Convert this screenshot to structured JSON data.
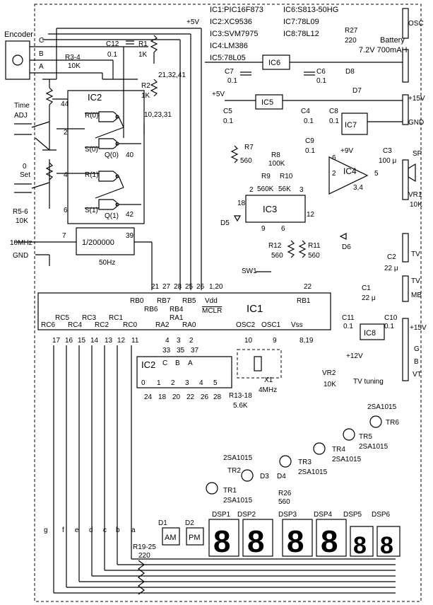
{
  "ic_legend": {
    "ic1": "IC1:PIC16F873",
    "ic2": "IC2:XC9536",
    "ic3": "IC3:SVM7975",
    "ic4": "IC4:LM386",
    "ic5": "IC5:78L05",
    "ic6": "IC6:S813-50HG",
    "ic7": "IC7:78L09",
    "ic8": "IC8:78L12"
  },
  "labels": {
    "encoder": "Encoder",
    "enc_c": "C",
    "enc_b": "B",
    "enc_a": "A",
    "plus5v_top": "+5V",
    "plus5v_left": "+5V",
    "plus9v": "+9V",
    "plus12v": "+12V",
    "r3_4": "R3-4",
    "r3_4_val": "10K",
    "r5_6": "R5-6",
    "r5_6_val": "10K",
    "time_adj_1": "Time",
    "time_adj_2": "ADJ",
    "zero_set_1": "0",
    "zero_set_2": "Set",
    "tenmhz": "10MHz",
    "gnd_left": "GND",
    "pins_21": "21,32,41",
    "pins_10": "10,23,31",
    "c12": "C12",
    "c12_val": "0.1",
    "r1": "R1",
    "r1_val": "1K",
    "r2": "R2",
    "r2_val": "1K",
    "ic2": "IC2",
    "r0": "R(0)",
    "s0": "S(0)",
    "q0": "Q(0)",
    "r1p": "R(1)",
    "s1": "S(1)",
    "q1": "Q(1)",
    "pin44": "44",
    "pin2": "2",
    "pin4": "4",
    "pin6": "6",
    "pin40": "40",
    "pin42": "42",
    "pin7": "7",
    "pin39": "39",
    "divider": "1/200000",
    "hz50": "50Hz",
    "ic6": "IC6",
    "c7": "C7",
    "c7_val": "0.1",
    "c6": "C6",
    "c6_val": "0.1",
    "ic5": "IC5",
    "c5": "C5",
    "c5_val": "0.1",
    "c4": "C4",
    "c4_val": "0.1",
    "c8": "C8",
    "c8_val": "0.1",
    "c9": "C9",
    "c9_val": "0.1",
    "ic7": "IC7",
    "r27": "R27",
    "r27_val": "220",
    "d8": "D8",
    "d7": "D7",
    "battery": "Battery",
    "battery_val": "7.2V 700mAH",
    "osc": "OSC",
    "p15v_1": "+15V",
    "gnd_right": "GND",
    "r7": "R7",
    "r7_val": "560",
    "r8": "R8",
    "r8_val": "100K",
    "r9": "R9",
    "r9_val": "560K",
    "r10": "R10",
    "r10_val": "56K",
    "ic3": "IC3",
    "ic3_p2": "2",
    "ic3_p3": "3",
    "ic3_p18": "18",
    "ic3_p12": "12",
    "ic3_p9": "9",
    "ic3_p6": "6",
    "ic4": "IC4",
    "ic4_p2": "2",
    "ic4_p5": "5",
    "ic4_p6": "6",
    "ic4_p34": "3,4",
    "c3": "C3",
    "c3_val": "100 μ",
    "sp": "SP",
    "vr1": "VR1",
    "vr1_val": "10K",
    "d5": "D5",
    "d6": "D6",
    "r12": "R12",
    "r12_val": "560",
    "r11": "R11",
    "r11_val": "560",
    "sw1": "SW1",
    "c2": "C2",
    "c2_val": "22 μ",
    "tv": "TV",
    "c1": "C1",
    "c1_val": "22 μ",
    "tv2": "TV",
    "mb": "MB",
    "pin21": "21",
    "pin27": "27",
    "pin28": "28",
    "pin25": "25",
    "pin26": "26",
    "pin120": "1,20",
    "pin22": "22",
    "rb0": "RB0",
    "rb6": "RB6",
    "rb7": "RB7",
    "rb4": "RB4",
    "rb5": "RB5",
    "vdd": "Vdd",
    "mclr": "MCLR",
    "ic1": "IC1",
    "rb1": "RB1",
    "rc6": "RC6",
    "rc5": "RC5",
    "rc4": "RC4",
    "rc3": "RC3",
    "rc2": "RC2",
    "rc1": "RC1",
    "rc0": "RC0",
    "ra2": "RA2",
    "ra1": "RA1",
    "ra0": "RA0",
    "osc2": "OSC2",
    "osc1": "OSC1",
    "vss": "Vss",
    "p17": "17",
    "p16": "16",
    "p15": "15",
    "p14": "14",
    "p13": "13",
    "p12": "12",
    "p11": "11",
    "p4": "4",
    "p3": "3",
    "p2": "2",
    "p10": "10",
    "p9": "9",
    "p819": "8,19",
    "p33": "33",
    "p35": "35",
    "p37": "37",
    "c11": "C11",
    "c11_val": "0.1",
    "c10": "C10",
    "c10_val": "0.1",
    "ic8": "IC8",
    "p15v_2": "+15V",
    "g": "G",
    "b": "B",
    "vt": "VT",
    "x1": "X1",
    "x1_val": "4MHz",
    "ic2b": "IC2",
    "ic2b_c": "C",
    "ic2b_b": "B",
    "ic2b_a": "A",
    "o0": "0",
    "o1": "1",
    "o2": "2",
    "o3": "3",
    "o4": "4",
    "o5": "5",
    "p24": "24",
    "p18": "18",
    "p20": "20",
    "p22": "22",
    "p26": "26",
    "p28": "28",
    "r13_18": "R13-18",
    "r13_18_val": "5.6K",
    "vr2": "VR2",
    "vr2_val": "10K",
    "tv_tuning": "TV tuning",
    "tr1": "TR1",
    "tr1_val": "2SA1015",
    "tr2": "TR2",
    "tr2_val": "2SA1015",
    "tr3": "TR3",
    "tr3_val": "2SA1015",
    "tr4": "TR4",
    "tr4_val": "2SA1015",
    "tr5": "TR5",
    "tr5_val": "2SA1015",
    "tr6": "TR6",
    "tr6_val": "2SA1015",
    "d3": "D3",
    "d4": "D4",
    "r26": "R26",
    "r26_val": "560",
    "d1": "D1",
    "d2": "D2",
    "am": "AM",
    "pm": "PM",
    "dsp1": "DSP1",
    "dsp2": "DSP2",
    "dsp3": "DSP3",
    "dsp4": "DSP4",
    "dsp5": "DSP5",
    "dsp6": "DSP6",
    "seg_g": "g",
    "seg_f": "f",
    "seg_e": "e",
    "seg_d": "d",
    "seg_c": "c",
    "seg_b": "b",
    "seg_a": "a",
    "r19_25": "R19-25",
    "r19_25_val": "220"
  }
}
